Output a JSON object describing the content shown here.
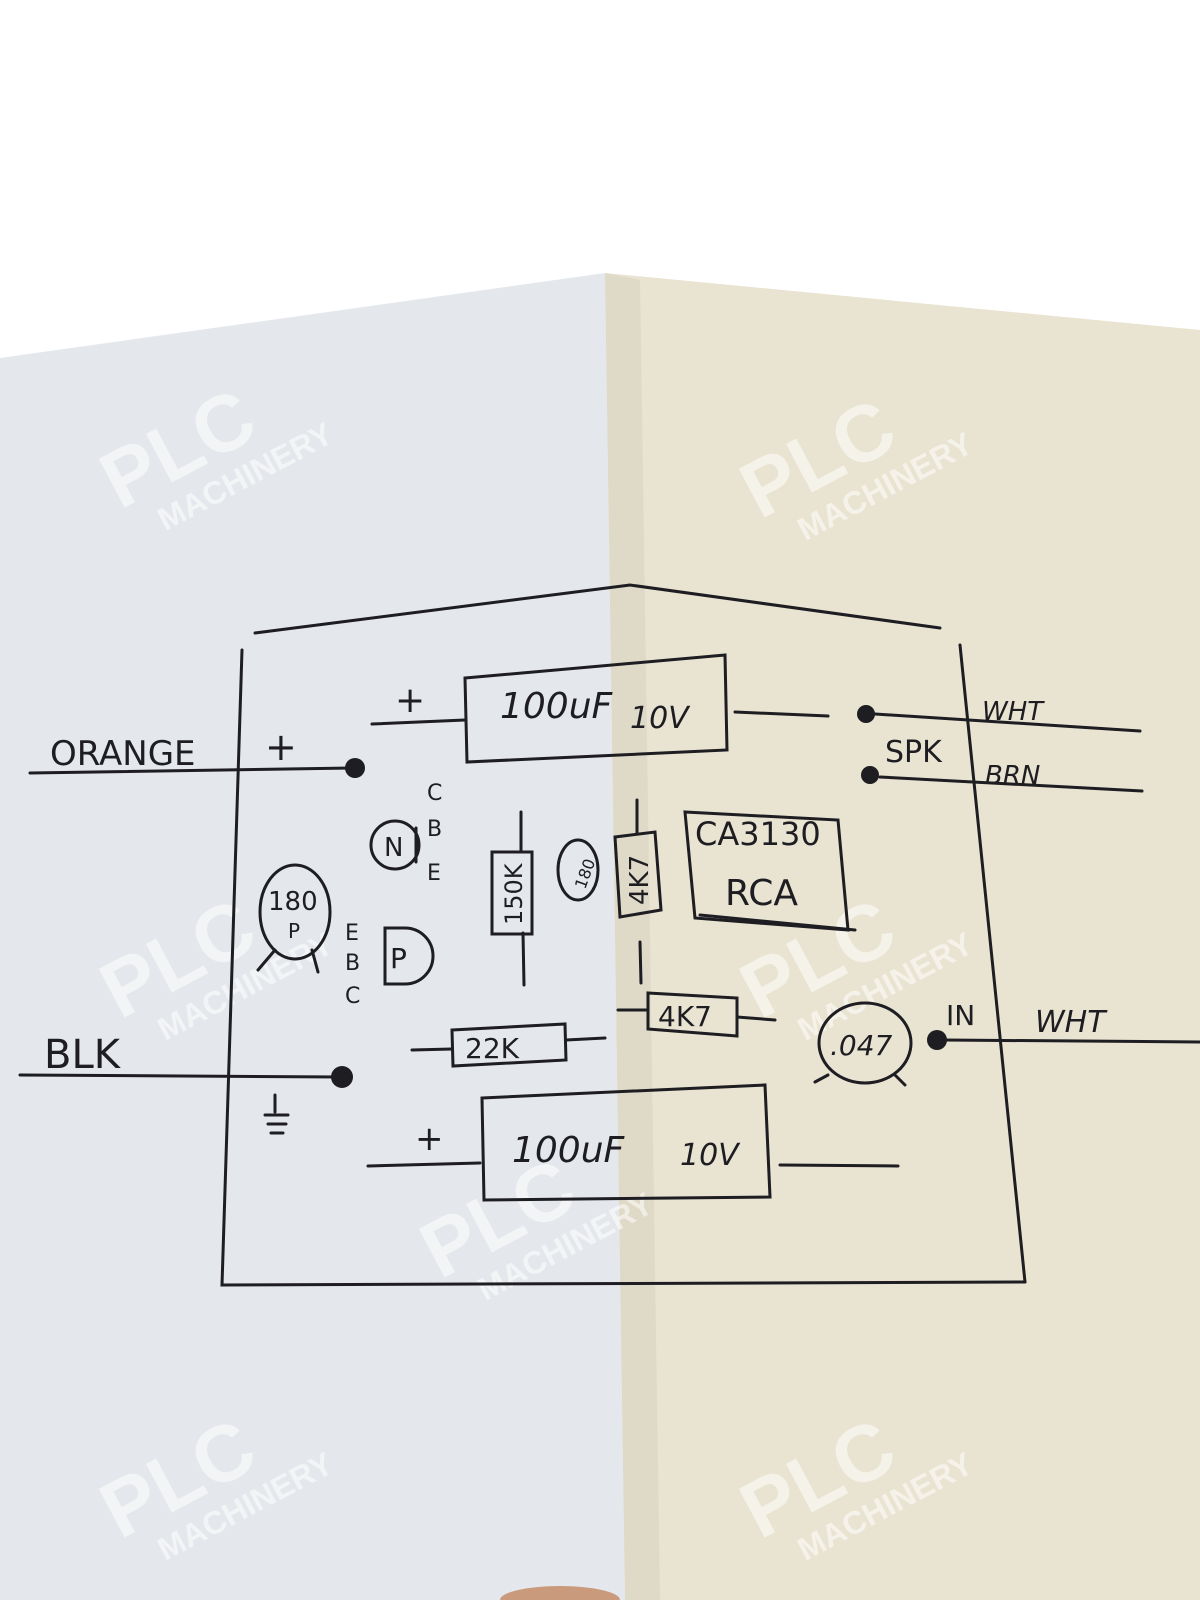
{
  "watermark": {
    "brand": "PLC",
    "sub": "MACHINERY"
  },
  "diagram": {
    "wires": {
      "orange": "ORANGE",
      "blk": "BLK",
      "wht_spk": "WHT",
      "brn": "BRN",
      "spk": "SPK",
      "in": "IN",
      "wht_in": "WHT"
    },
    "symbols": {
      "plus_rail": "+",
      "plus_cap_top": "+",
      "plus_cap_bottom": "+"
    },
    "components": {
      "cap_top_value": "100uF",
      "cap_top_voltage": "10V",
      "cap_bottom_value": "100uF",
      "cap_bottom_voltage": "10V",
      "ic_part": "CA3130",
      "ic_maker": "RCA",
      "r_150k": "150K",
      "r_4k7_vertical": "4K7",
      "r_4k7_horizontal": "4K7",
      "r_22k": "22K",
      "cap_180p_value": "180",
      "cap_180p_unit": "P",
      "cap_small": "180",
      "cap_047": ".047",
      "transistor_n": "N",
      "transistor_p": "P",
      "n_pins": [
        "C",
        "B",
        "E"
      ],
      "p_pins": [
        "E",
        "B",
        "C"
      ]
    }
  }
}
